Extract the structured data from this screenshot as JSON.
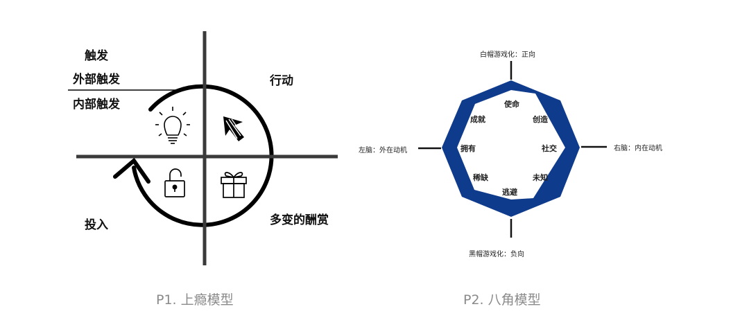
{
  "p1": {
    "trigger": "触发",
    "external_trigger": "外部触发",
    "internal_trigger": "内部触发",
    "action": "行动",
    "investment": "投入",
    "variable_reward": "多变的酬赏",
    "caption": "P1. 上瘾模型"
  },
  "p2": {
    "top": "白帽游戏化：正向",
    "bottom": "黑帽游戏化：负向",
    "left": "左脑：外在动机",
    "right": "右脑：内在动机",
    "mission": "使命",
    "achievement": "成就",
    "creativity": "创造",
    "ownership": "拥有",
    "social": "社交",
    "scarcity": "稀缺",
    "unknown": "未知",
    "avoidance": "逃避",
    "caption": "P2. 八角模型",
    "accent": "#0f3b8c"
  }
}
